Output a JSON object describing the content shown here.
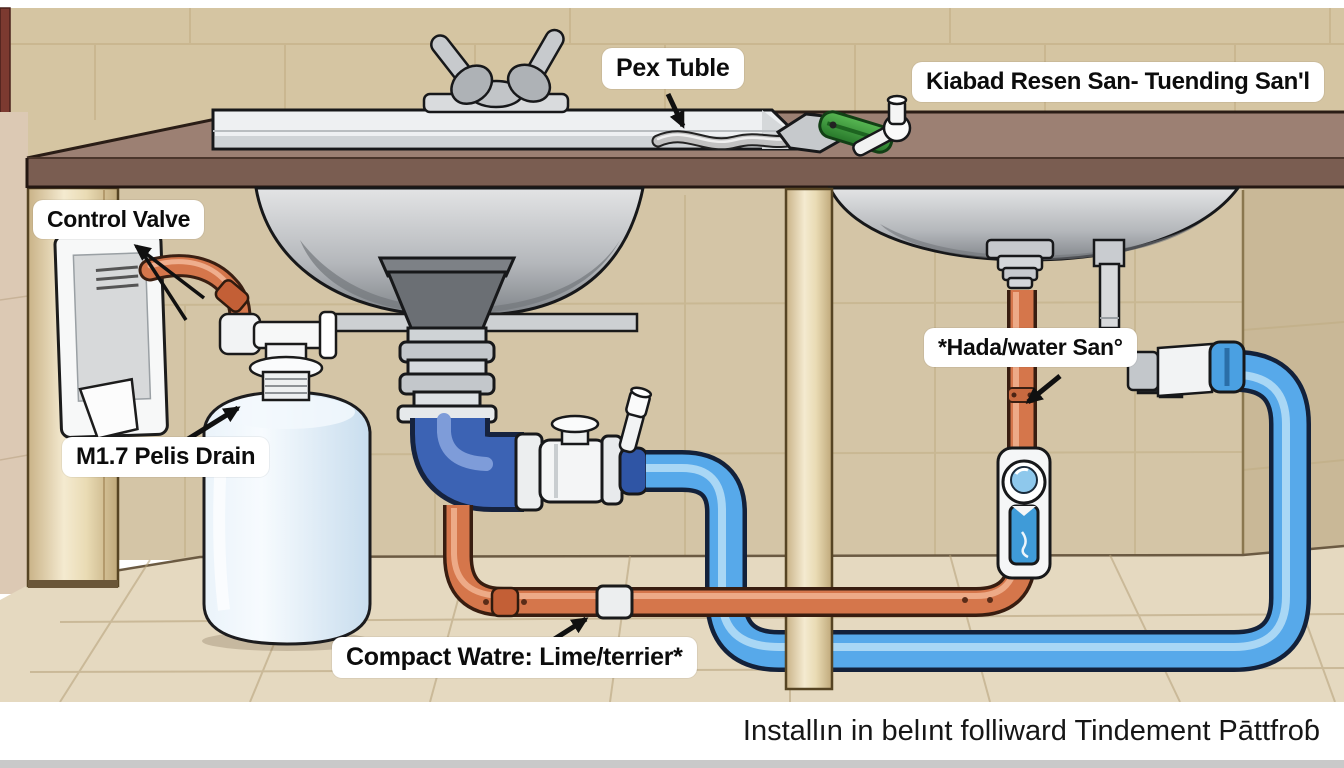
{
  "diagram": {
    "callouts": {
      "pex_tube": "Pex Tuble",
      "top_right_note": "Kiabad Resen San- Tuending San'l",
      "control_valve": "Control Valve",
      "pelis_drain": "M1.7 Pelis Drain",
      "water_san": "*Hada/water San°",
      "compact_water": "Compact Watre: Lime/terrier*"
    },
    "caption": "Installın in belınt folliward Tindement Pāttfroɓ",
    "colors": {
      "hot_pipe_orange": "#d5764b",
      "supply_hose_blue": "#57a9ea",
      "trap_blue": "#3c63b4",
      "wall_tan": "#d5c5a2",
      "counter_front_brown": "#7a5d51",
      "counter_top_brown": "#9c8073",
      "cabinet_post_cream": "#ecdfc0",
      "floor_beige": "#e5d9c0",
      "wrench_green": "#3fa33c",
      "label_background": "#ffffff",
      "label_text": "#0c0c0c"
    }
  }
}
